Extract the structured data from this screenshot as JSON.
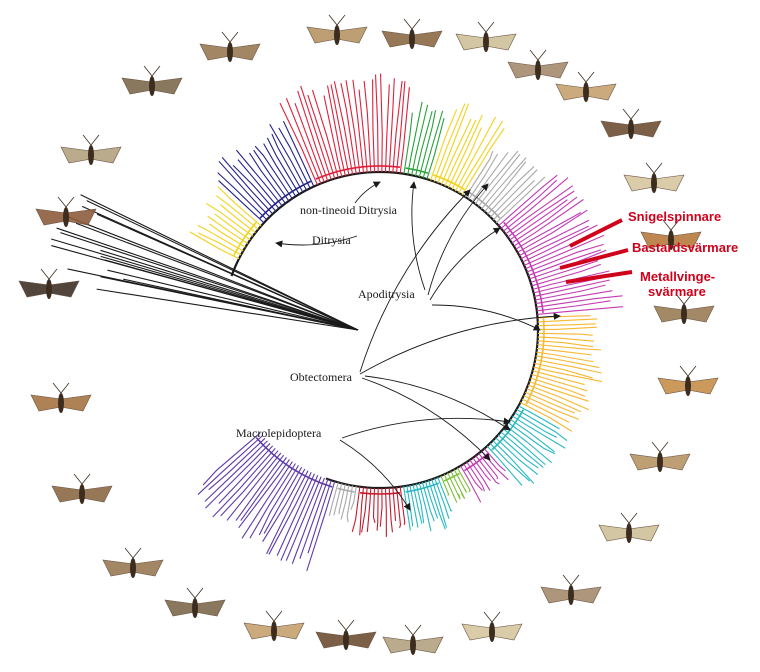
{
  "clade_labels": {
    "non_tineoid": "non-tineoid Ditrysia",
    "ditrysia": "Ditrysia",
    "apoditrysia": "Apoditrysia",
    "obtectomera": "Obtectomera",
    "macrolepidoptera": "Macrolepidoptera"
  },
  "highlighted_taxa": {
    "snigelspinnare": "Snigelspinnare",
    "bastardsvarmare": "Bastardsvärmare",
    "metallvinge_line1": "Metallvinge-",
    "metallvinge_line2": "svärmare"
  },
  "colors": {
    "black": "#1a1a1a",
    "yellow": "#f2d21b",
    "navy": "#23238a",
    "red": "#e0203a",
    "green": "#27a23a",
    "gray": "#a9a9a9",
    "magenta": "#c23bb3",
    "orange": "#f7b731",
    "cyan": "#27b8c2",
    "purple": "#5e3aa8",
    "crimson": "#c8192c",
    "lightgreen": "#7fbf3a",
    "highlight_red": "#d0021b"
  },
  "icons": [
    "moth-photo"
  ]
}
